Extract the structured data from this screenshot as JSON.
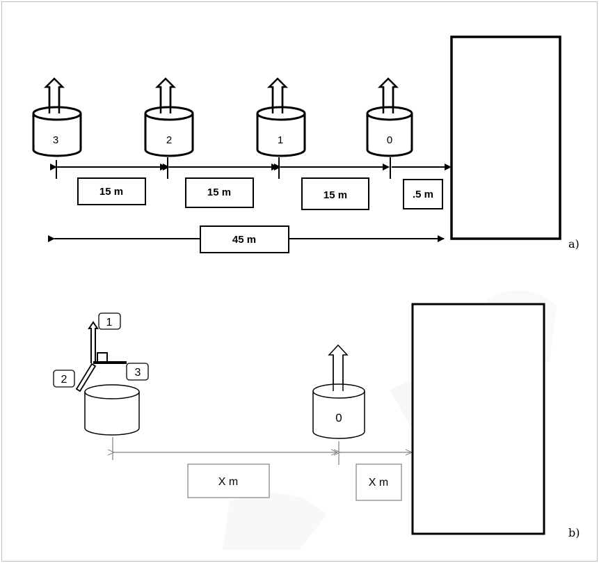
{
  "panel_a": {
    "sensor_labels": [
      "3",
      "2",
      "1",
      "0"
    ],
    "spacing_labels": [
      "15 m",
      "15 m",
      "15 m",
      ".5 m"
    ],
    "total_label": "45 m",
    "panel_letter": "a)"
  },
  "panel_b": {
    "axis_labels": [
      "1",
      "2",
      "3"
    ],
    "sensor_label": "0",
    "distance_labels": [
      "X m",
      "X m"
    ],
    "panel_letter": "b)"
  },
  "colors": {
    "stroke": "#000000",
    "thin_stroke": "#808080",
    "watermark": "#f1f1f1"
  }
}
